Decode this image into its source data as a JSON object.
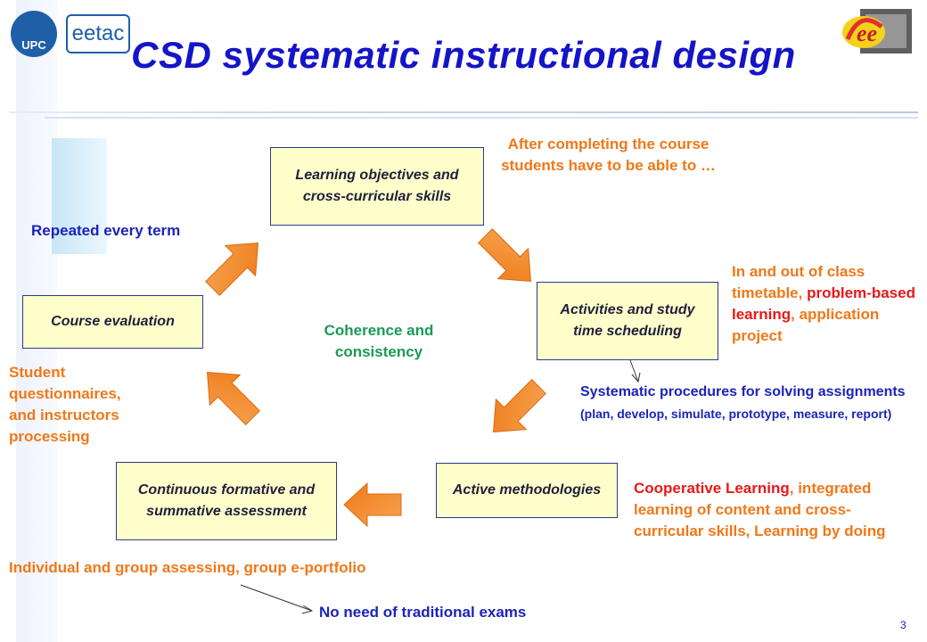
{
  "header": {
    "title": "CSD systematic instructional design",
    "logo_left_1": "UPC",
    "logo_left_2": "eetac",
    "logo_right": "ee"
  },
  "boxes": {
    "objectives": "Learning objectives and cross-curricular skills",
    "activities": "Activities and study time scheduling",
    "active": "Active methodologies",
    "assessment": "Continuous formative and summative assessment",
    "evaluation": "Course evaluation"
  },
  "annotations": {
    "after_completing": "After completing the course students have to be able to …",
    "repeated": "Repeated every term",
    "coherence": "Coherence and consistency",
    "in_out_1": "In and out of class timetable, ",
    "in_out_2": "problem-based learning",
    "in_out_3": ", application project",
    "systematic_1": "Systematic procedures for solving assignments ",
    "systematic_2": "(plan, develop, simulate, prototype, measure, report)",
    "cooperative_1": "Cooperative Learning",
    "cooperative_2": ", integrated  learning of content and cross-curricular skills, Learning  by doing",
    "student_q": "Student questionnaires,\n and instructors processing",
    "individual": "Individual and group assessing, group e-portfolio",
    "no_need": "No need of traditional exams"
  },
  "page_number": "3",
  "colors": {
    "title": "#1414c8",
    "box_fill": "#ffffcc",
    "arrow": "#f38a2a",
    "orange_text": "#f07818",
    "blue_text": "#1b24b8",
    "red_text": "#e81818",
    "green_text": "#1a9a55"
  }
}
